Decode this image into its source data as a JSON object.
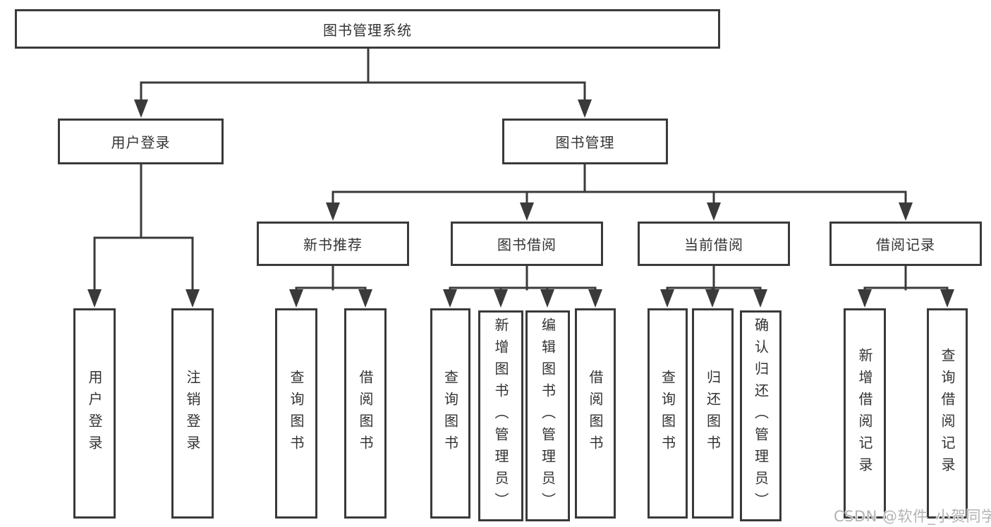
{
  "diagram": {
    "root": "图书管理系统",
    "level2": {
      "user_login": "用户登录",
      "book_management": "图书管理"
    },
    "level3": {
      "new_book_recommend": "新书推荐",
      "book_borrow": "图书借阅",
      "current_borrow": "当前借阅",
      "borrow_record": "借阅记录"
    },
    "leaves": {
      "user_login": [
        "用户登录",
        "注销登录"
      ],
      "new_book_recommend": [
        "查询图书",
        "借阅图书"
      ],
      "book_borrow": [
        "查询图书",
        "新增图书（管理员）",
        "编辑图书（管理员）",
        "借阅图书"
      ],
      "current_borrow": [
        "查询图书",
        "归还图书",
        "确认归还（管理员）"
      ],
      "borrow_record": [
        "新增借阅记录",
        "查询借阅记录"
      ]
    }
  },
  "watermark": "CSDN @软件_小贺同学",
  "colors": {
    "line": "#3a3a3a",
    "text": "#333333",
    "watermark_text": "#b3b3b3"
  }
}
